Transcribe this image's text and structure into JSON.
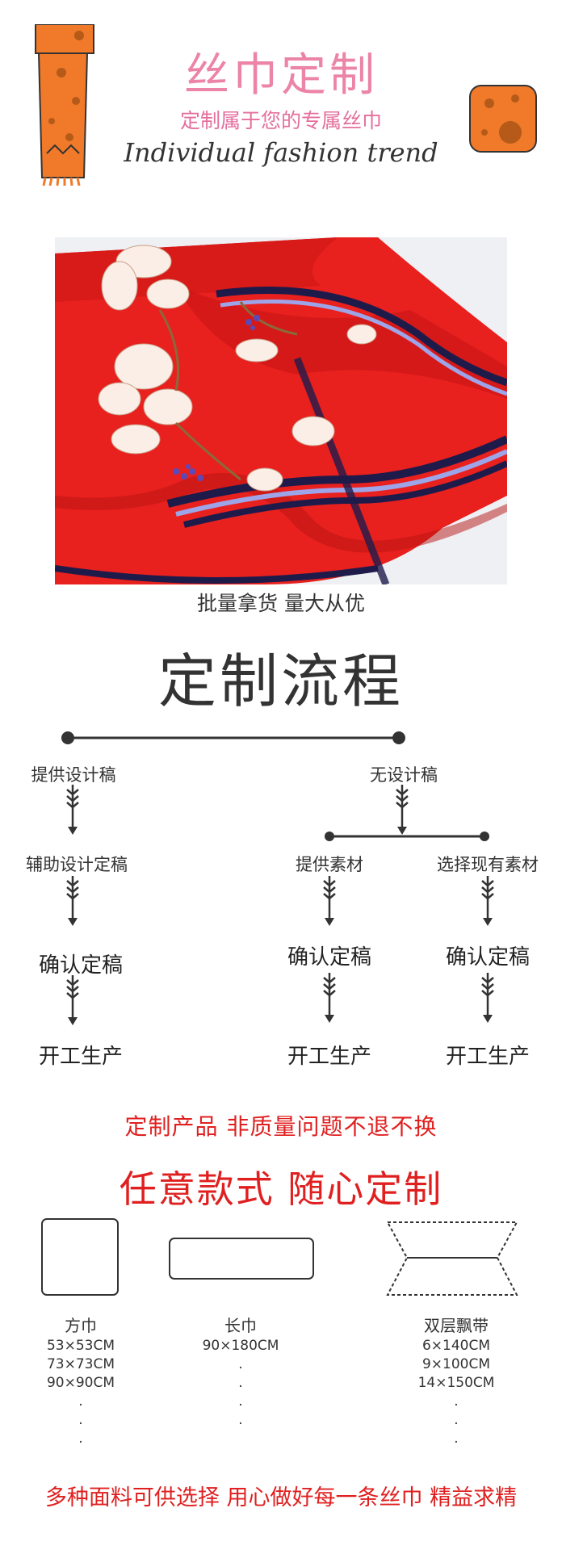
{
  "header": {
    "title": "丝巾定制",
    "subtitle": "定制属于您的专属丝巾",
    "script_line": "Individual fashion trend"
  },
  "photo": {
    "caption": "批量拿货 量大从优"
  },
  "process": {
    "title": "定制流程",
    "left_branch": {
      "start": "提供设计稿",
      "step2": "辅助设计定稿",
      "step3": "确认定稿",
      "step4": "开工生产"
    },
    "right_branch": {
      "start": "无设计稿",
      "sub_a": {
        "start": "提供素材",
        "step3": "确认定稿",
        "step4": "开工生产"
      },
      "sub_b": {
        "start": "选择现有素材",
        "step3": "确认定稿",
        "step4": "开工生产"
      }
    }
  },
  "notice": {
    "line1": "定制产品   非质量问题不退不换",
    "line2": "任意款式  随心定制"
  },
  "sizes": {
    "square": {
      "label": "方巾",
      "items": [
        "53×53CM",
        "73×73CM",
        "90×90CM",
        ".",
        ".",
        "."
      ]
    },
    "long": {
      "label": "长巾",
      "items": [
        "90×180CM",
        ".",
        ".",
        ".",
        "."
      ]
    },
    "ribbon": {
      "label": "双层飘带",
      "items": [
        "6×140CM",
        "9×100CM",
        "14×150CM",
        ".",
        ".",
        "."
      ]
    }
  },
  "footer": {
    "text": "多种面料可供选择 用心做好每一条丝巾 精益求精"
  },
  "colors": {
    "pink_title": "#ec84a8",
    "red_text": "#e02020",
    "scarf_red": "#e8201e",
    "scarf_orange": "#f07a2a"
  }
}
